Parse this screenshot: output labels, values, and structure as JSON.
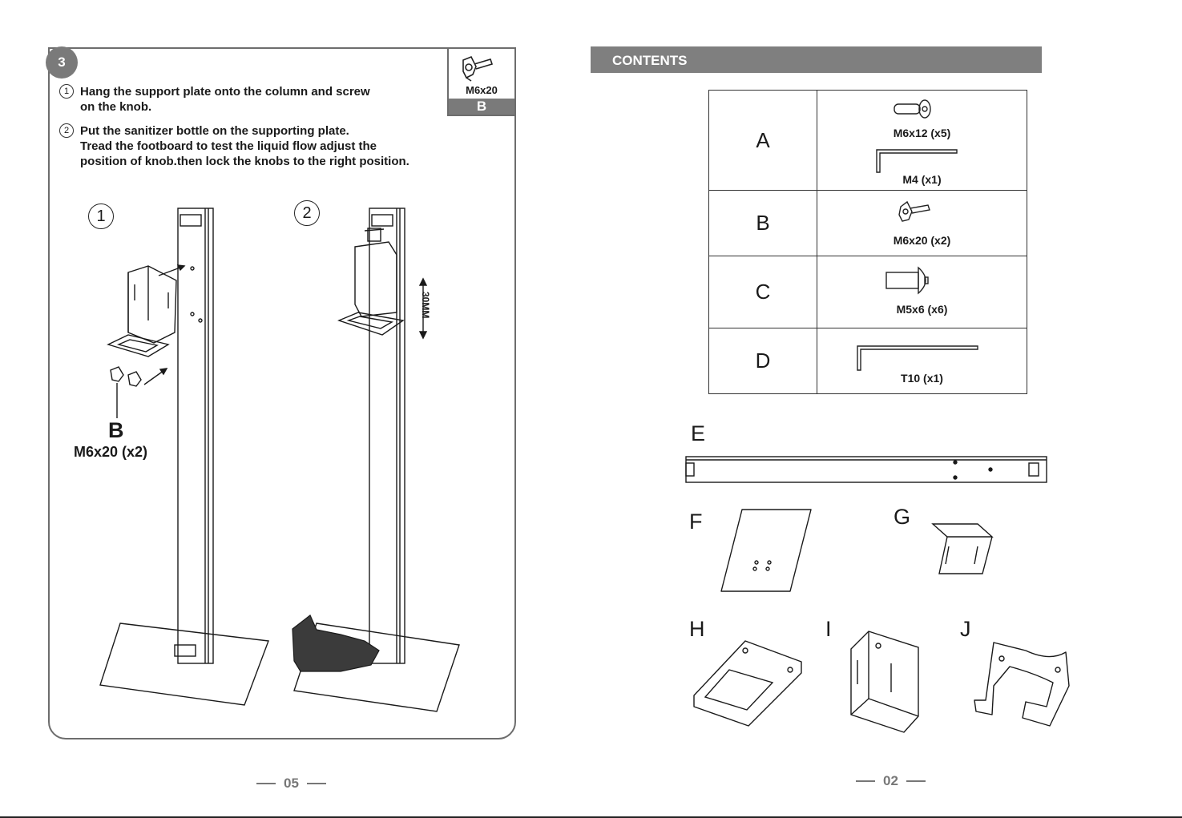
{
  "left_page": {
    "step_number": "3",
    "part_box": {
      "size": "M6x20",
      "letter": "B"
    },
    "instructions": [
      {
        "num": "1",
        "line1": "Hang the support plate onto the column and screw",
        "line2": "on the knob.",
        "line3": ""
      },
      {
        "num": "2",
        "line1": "Put the sanitizer bottle on the supporting plate.",
        "line2": "Tread the footboard to test the liquid flow adjust the",
        "line3": "position of knob.then lock the knobs to the right position."
      }
    ],
    "figure1_label": "1",
    "figure2_label": "2",
    "callout_letter": "B",
    "callout_text": "M6x20  (x2)",
    "dimension_label": "30MM",
    "page_number": "05"
  },
  "right_page": {
    "heading": "CONTENTS",
    "table_rows": [
      {
        "letter": "A",
        "items": [
          "M6x12 (x5)",
          "M4 (x1)"
        ]
      },
      {
        "letter": "B",
        "items": [
          "M6x20  (x2)"
        ]
      },
      {
        "letter": "C",
        "items": [
          "M5x6 (x6)"
        ]
      },
      {
        "letter": "D",
        "items": [
          "T10 (x1)"
        ]
      }
    ],
    "component_labels": {
      "E": "E",
      "F": "F",
      "G": "G",
      "H": "H",
      "I": "I",
      "J": "J"
    },
    "page_number": "02"
  },
  "colors": {
    "frame": "#6d6d6d",
    "bar": "#7f7f7f",
    "line": "#1a1a1a"
  }
}
